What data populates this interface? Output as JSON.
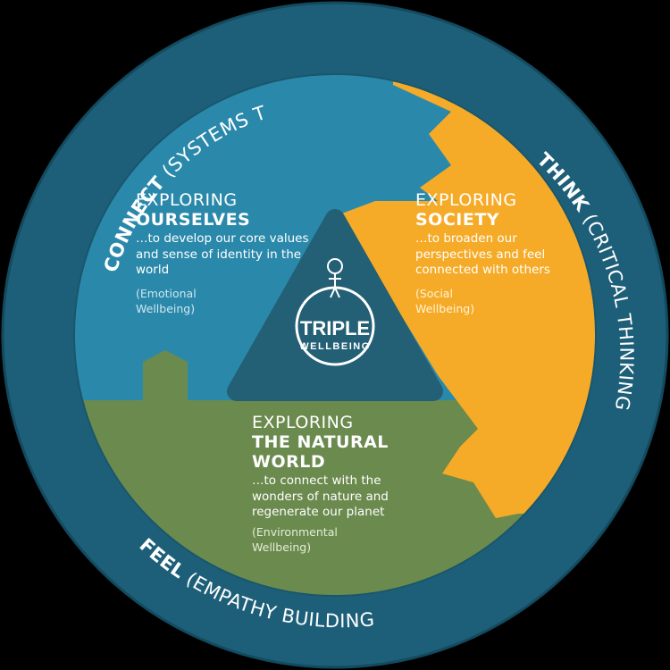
{
  "ring": {
    "connect_bold": "CONNECT",
    "connect_rest": " (SYSTEMS THINKING)",
    "think_bold": "THINK",
    "think_rest": " (CRITICAL THINKING)",
    "feel_bold": "FEEL",
    "feel_rest": " (EMPATHY BUILDING)"
  },
  "ourselves": {
    "heading": "EXPLORING",
    "title": "OURSELVES",
    "description": "…to develop our core values and sense of identity in the world",
    "wellbeing": "(Emotional Wellbeing)"
  },
  "society": {
    "heading": "EXPLORING",
    "title": "SOCIETY",
    "description": "…to broaden our perspectives and feel connected with others",
    "wellbeing": "(Social Wellbeing)"
  },
  "nature": {
    "heading": "EXPLORING",
    "title_line1": "THE NATURAL",
    "title_line2": "WORLD",
    "description": "…to connect with the wonders of nature and regenerate our planet",
    "wellbeing": "(Environmental Wellbeing)"
  },
  "logo": {
    "word1": "TRIPLE",
    "word2": "WELLBEING"
  },
  "colors": {
    "ring": "#1d5f78",
    "blue": "#2a89ab",
    "yellow": "#f5ab27",
    "green": "#6b8a4e",
    "center": "#235f75"
  }
}
